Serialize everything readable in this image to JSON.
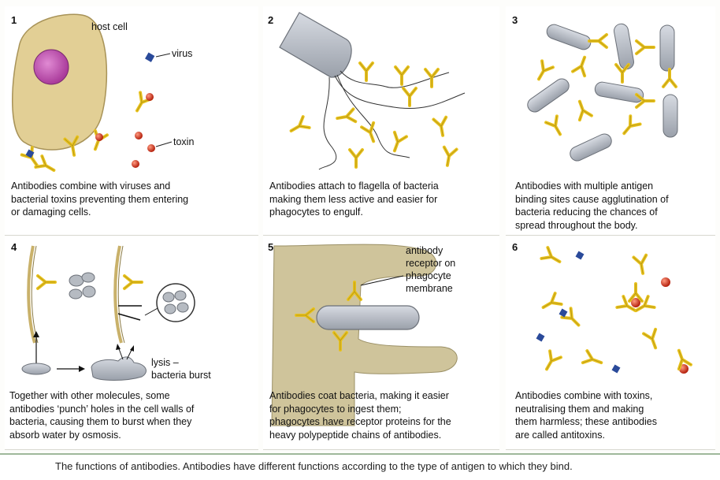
{
  "panels": [
    {
      "number": "1",
      "description": [
        "Antibodies combine with viruses and",
        "bacterial toxins preventing them entering",
        "or damaging cells."
      ],
      "labels": [
        "host cell",
        "virus",
        "toxin"
      ]
    },
    {
      "number": "2",
      "description": [
        "Antibodies attach to flagella of bacteria",
        "making them less active and easier for",
        "phagocytes to engulf."
      ]
    },
    {
      "number": "3",
      "description": [
        "Antibodies with multiple antigen",
        "binding sites cause agglutination of",
        "bacteria reducing the chances of",
        "spread throughout the body."
      ]
    },
    {
      "number": "4",
      "description": [
        "Together with other molecules, some",
        "antibodies ‘punch’ holes in the cell walls of",
        "bacteria, causing them to burst when they",
        "absorb water by osmosis."
      ],
      "labels": [
        "lysis –",
        "bacteria burst"
      ]
    },
    {
      "number": "5",
      "description": [
        "Antibodies coat bacteria, making it easier",
        "for phagocytes to ingest them;",
        "phagocytes have receptor proteins for the",
        "heavy polypeptide chains of antibodies."
      ],
      "labels": [
        "antibody",
        "receptor on",
        "phagocyte",
        "membrane"
      ]
    },
    {
      "number": "6",
      "description": [
        "Antibodies combine with toxins,",
        "neutralising them and making",
        "them harmless; these antibodies",
        "are called antitoxins."
      ]
    }
  ],
  "caption": "The functions of antibodies. Antibodies have different functions according to the type of antigen to which they bind.",
  "colors": {
    "cell": "#e2cf95",
    "nucleus": "#c65cb4",
    "antibody": "#e8c21d",
    "bacterium": "#b9bec6",
    "toxin": "#cc2a14",
    "virus": "#2a4a9a",
    "phagocyte": "#cfc49b"
  }
}
